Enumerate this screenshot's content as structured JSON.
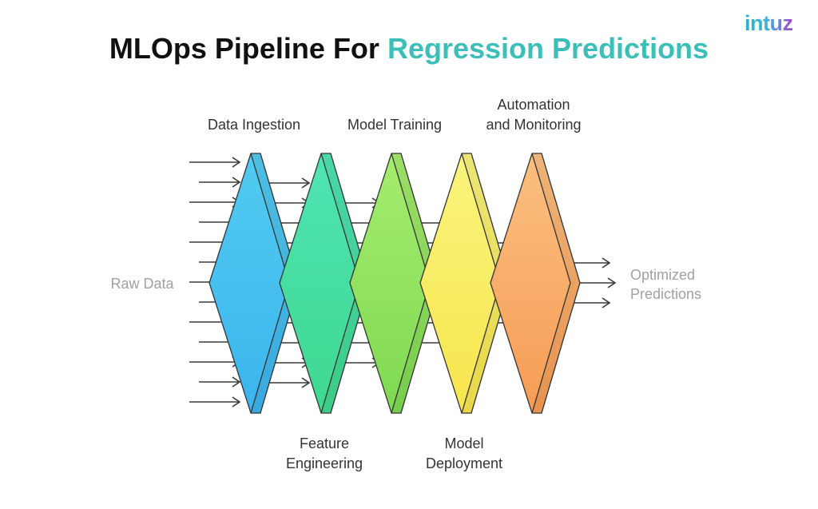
{
  "logo": {
    "text": "intuz"
  },
  "title": {
    "prefix": "MLOps Pipeline For",
    "highlight": "Regression Predictions"
  },
  "input_label": "Raw Data",
  "output_label": {
    "line1": "Optimized",
    "line2": "Predictions"
  },
  "stages": [
    {
      "id": "data-ingestion",
      "line1": "Data Ingestion",
      "line2": "",
      "position": "top",
      "colors": [
        "#52cbf0",
        "#3bb4ee"
      ]
    },
    {
      "id": "feature-engineering",
      "line1": "Feature",
      "line2": "Engineering",
      "position": "bottom",
      "colors": [
        "#4fe4b4",
        "#3fd88f"
      ]
    },
    {
      "id": "model-training",
      "line1": "Model Training",
      "line2": "",
      "position": "top",
      "colors": [
        "#a5ec6f",
        "#7fd952"
      ]
    },
    {
      "id": "model-deployment",
      "line1": "Model",
      "line2": "Deployment",
      "position": "bottom",
      "colors": [
        "#f9f47d",
        "#f8e54d"
      ]
    },
    {
      "id": "automation-and-monitoring",
      "line1": "Automation",
      "line2": "and Monitoring",
      "position": "top",
      "colors": [
        "#fbbf80",
        "#f69c55"
      ]
    }
  ],
  "colors": {
    "title_text": "#111111",
    "title_accent": "#3bbfb8",
    "stage_label_text": "#333333",
    "side_label_text": "#a0a0a0",
    "arrow": "#3a3a3a",
    "outline": "#333333"
  }
}
